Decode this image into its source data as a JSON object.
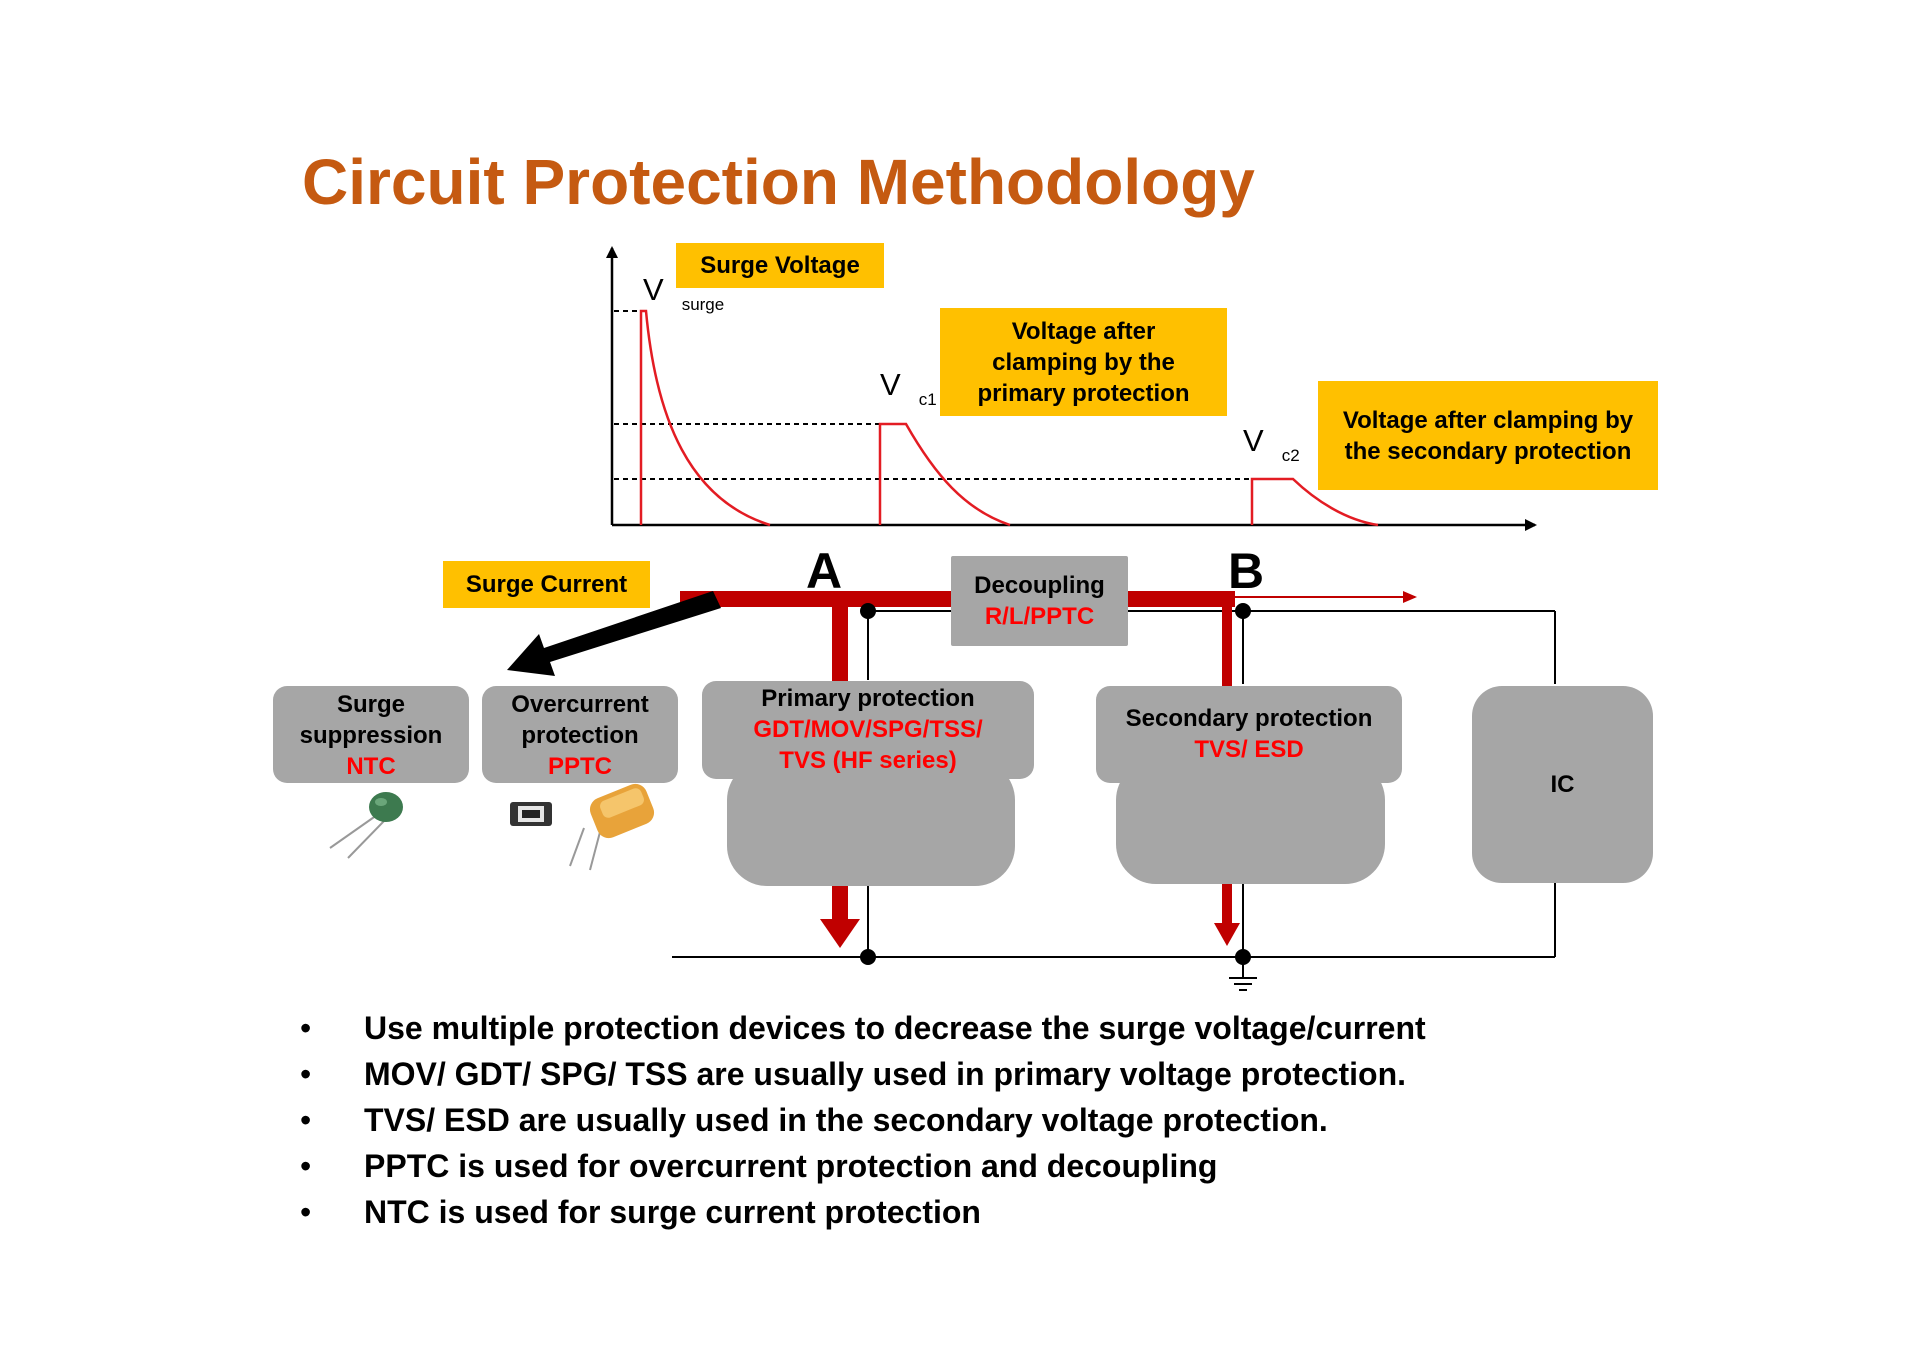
{
  "title": "Circuit Protection Methodology",
  "graph": {
    "surge_voltage_label": "Surge Voltage",
    "primary_clamp_label": "Voltage after clamping by the primary protection",
    "secondary_clamp_label": "Voltage after clamping by the secondary protection",
    "v_surge": {
      "main": "V",
      "sub": "surge"
    },
    "v_c1": {
      "main": "V",
      "sub": "c1"
    },
    "v_c2": {
      "main": "V",
      "sub": "c2"
    }
  },
  "circuit": {
    "surge_current_label": "Surge Current",
    "node_a": "A",
    "node_b": "B",
    "decoupling": {
      "title": "Decoupling",
      "parts": "R/L/PPTC"
    },
    "surge_suppression": {
      "title_line1": "Surge",
      "title_line2": "suppression",
      "parts": "NTC"
    },
    "overcurrent": {
      "title_line1": "Overcurrent",
      "title_line2": "protection",
      "parts": "PPTC"
    },
    "primary": {
      "title": "Primary protection",
      "parts_line1": "GDT/MOV/SPG/TSS/",
      "parts_line2": "TVS (HF series)"
    },
    "secondary": {
      "title": "Secondary protection",
      "parts": "TVS/ ESD"
    },
    "ic": "IC"
  },
  "bullets": [
    "Use multiple protection devices to decrease the surge voltage/current",
    "MOV/ GDT/ SPG/ TSS are usually used in primary voltage protection.",
    "TVS/ ESD are usually used in the secondary voltage protection.",
    "PPTC is used for overcurrent protection and decoupling",
    "NTC is used for surge current protection"
  ],
  "colors": {
    "title": "#c55a11",
    "label_fill": "#ffc000",
    "box_fill": "#a6a6a6",
    "wave": "#e31c23",
    "surge_path": "#c00000",
    "emphasis_text": "#ff0000"
  }
}
